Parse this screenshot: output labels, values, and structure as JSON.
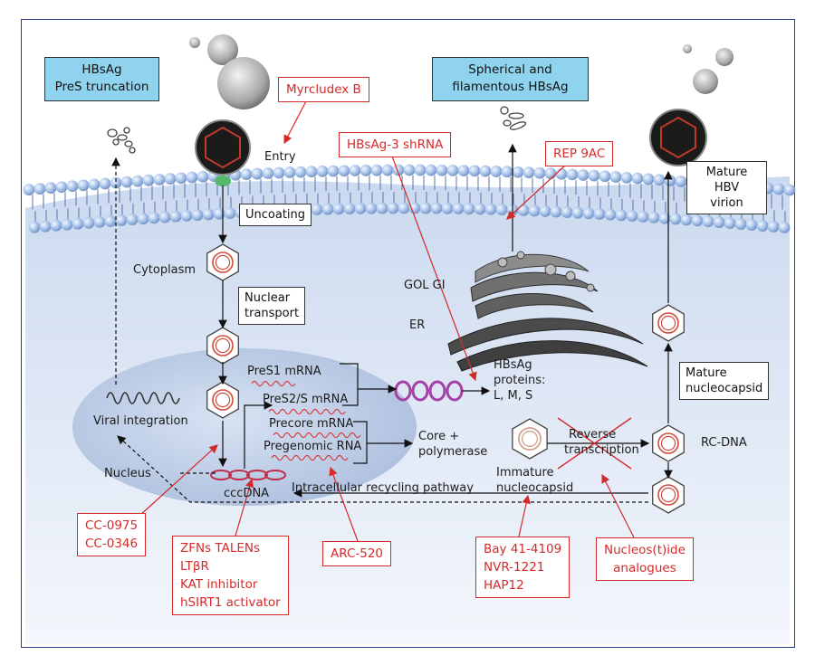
{
  "membrane_labels": {
    "entry": "Entry",
    "cytoplasm": "Cytoplasm",
    "gol_gi": "GOL GI",
    "er": "ER",
    "nucleus": "Nucleus",
    "viral_integration": "Viral integration",
    "cccdna": "cccDNA"
  },
  "blue_boxes": {
    "hbsag_pres": [
      "HBsAg",
      "PreS truncation"
    ],
    "spherical": [
      "Spherical and",
      "filamentous HBsAg"
    ]
  },
  "step_boxes": {
    "uncoating": "Uncoating",
    "nuclear_transport": [
      "Nuclear",
      "transport"
    ],
    "mature_virion": [
      "Mature HBV",
      "virion"
    ],
    "mature_nucleocapsid": [
      "Mature",
      "nucleocapsid"
    ]
  },
  "rna_labels": {
    "pres1": "PreS1 mRNA",
    "pres2s": "PreS2/S mRNA",
    "precore": "Precore mRNA",
    "pregenomic": "Pregenomic RNA"
  },
  "process_labels": {
    "hbsag_proteins": [
      "HBsAg",
      "proteins:",
      "L, M, S"
    ],
    "core_polymerase": [
      "Core +",
      "polymerase"
    ],
    "reverse_transcription": [
      "Reverse",
      "transcription"
    ],
    "rc_dna": "RC-DNA",
    "immature_nucleocapsid": [
      "Immature",
      "nucleocapsid"
    ],
    "recycling": "Intracellular recycling pathway"
  },
  "drug_boxes": {
    "myrcludex": "Myrcludex B",
    "hbsag_shrna": "HBsAg-3 shRNA",
    "rep9ac": "REP 9AC",
    "cc": [
      "CC-0975",
      "CC-0346"
    ],
    "zfn": [
      "ZFNs TALENs",
      "LTβR",
      "KAT inhibitor",
      "hSIRT1 activator"
    ],
    "arc": "ARC-520",
    "bay": [
      "Bay 41-4109",
      "NVR-1221",
      "HAP12"
    ],
    "nucleos": [
      "Nucleos(t)ide",
      "analogues"
    ]
  },
  "colors": {
    "frame": "#2c3f8f",
    "blue_box": "#8fd3ee",
    "drug_red": "#d42a2a",
    "membrane_bead": "#a9c4ea",
    "cytoplasm": "#dde7f5",
    "nucleus": "#b9c9e3",
    "rna_wave": "#d63a3a"
  }
}
